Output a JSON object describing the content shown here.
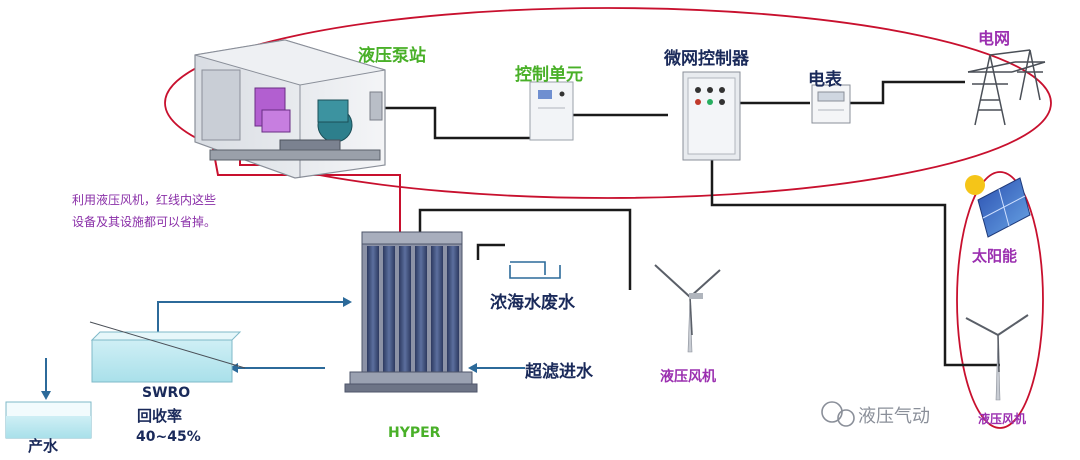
{
  "diagram": {
    "pump_station": "液压泵站",
    "control_unit": "控制单元",
    "microgrid_controller": "微网控制器",
    "meter": "电表",
    "grid": "电网",
    "solar": "太阳能",
    "note_line1": "利用液压风机，红线内这些",
    "note_line2": "设备及其设施都可以省掉。",
    "brine": "浓海水废水",
    "uf_feed": "超滤进水",
    "hydraulic_turbine": "液压风机",
    "hyper": "HYPER",
    "swro": "SWRO",
    "recovery_label": "回收率",
    "recovery_value": "40~45%",
    "product_water": "产水",
    "turbine_right": "液压风机",
    "watermark": "液压气动"
  },
  "colors": {
    "ellipse": "#c8102e",
    "green": "#49b028",
    "purple": "#9b2fb0",
    "blue_line": "#2c6a9a",
    "dark_text": "#1a2a5a"
  }
}
